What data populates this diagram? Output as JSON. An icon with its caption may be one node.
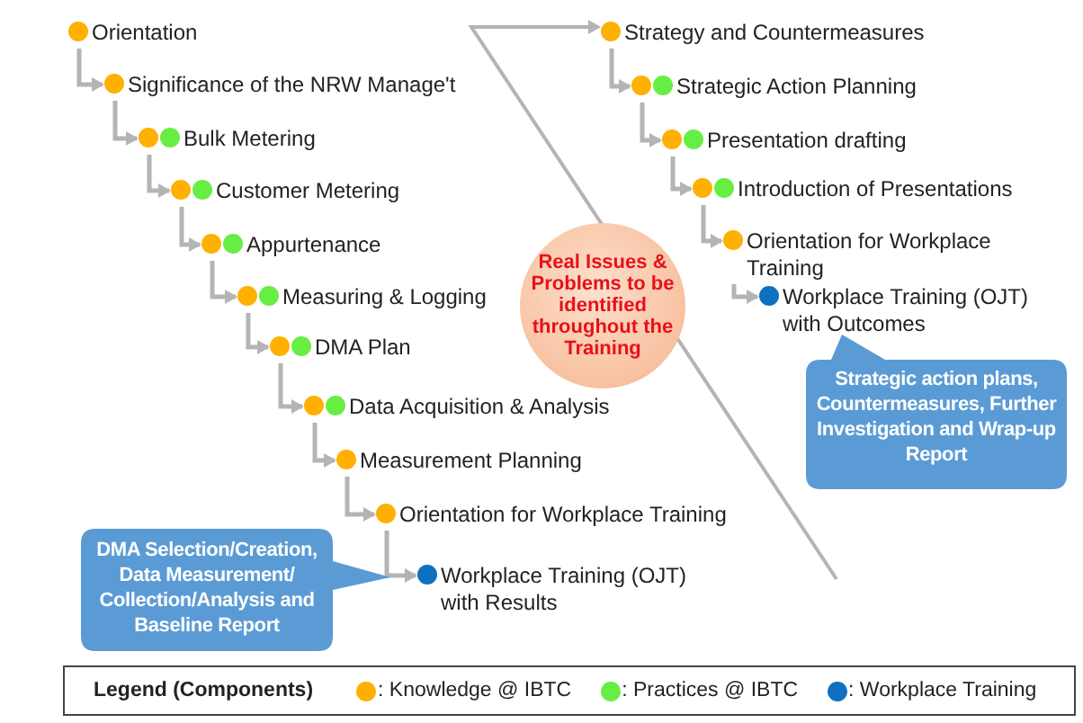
{
  "diagram": {
    "nodes": [
      {
        "text": [
          "Orientation"
        ]
      },
      {
        "text": [
          "Significance of the NRW Manage't"
        ]
      },
      {
        "text": [
          "Bulk Metering"
        ]
      },
      {
        "text": [
          "Customer Metering"
        ]
      },
      {
        "text": [
          "Appurtenance"
        ]
      },
      {
        "text": [
          "Measuring & Logging"
        ]
      },
      {
        "text": [
          "DMA Plan"
        ]
      },
      {
        "text": [
          "Data Acquisition & Analysis"
        ]
      },
      {
        "text": [
          "Measurement Planning"
        ]
      },
      {
        "text": [
          "Orientation for Workplace Training"
        ]
      },
      {
        "text": [
          "Workplace Training (OJT) with Results"
        ]
      },
      {
        "text": [
          "Strategy and Countermeasures"
        ]
      },
      {
        "text": [
          "Strategic Action Planning"
        ]
      },
      {
        "text": [
          "Presentation drafting"
        ]
      },
      {
        "text": [
          "Introduction of Presentations"
        ]
      },
      {
        "text": [
          "Orientation for Workplace Training"
        ]
      },
      {
        "text": [
          "Workplace Training (OJT) with Outcomes"
        ]
      },
      {
        "text": [
          "Real Issues & Problems to be identified throughout the Training"
        ]
      },
      {
        "text": [
          "DMA Selection/Creation, Data Measurement/ Collection/Analysis and Baseline Report"
        ]
      },
      {
        "text": [
          "Strategic action plans, Countermeasures, Further Investigation and Wrap-up Report"
        ]
      }
    ],
    "edges": [
      {
        "from": 0,
        "to": 1,
        "arrow": "to"
      },
      {
        "from": 1,
        "to": 2,
        "arrow": "to"
      },
      {
        "from": 2,
        "to": 3,
        "arrow": "to"
      },
      {
        "from": 3,
        "to": 4,
        "arrow": "to"
      },
      {
        "from": 4,
        "to": 5,
        "arrow": "to"
      },
      {
        "from": 5,
        "to": 6,
        "arrow": "to"
      },
      {
        "from": 6,
        "to": 7,
        "arrow": "to"
      },
      {
        "from": 7,
        "to": 8,
        "arrow": "to"
      },
      {
        "from": 8,
        "to": 9,
        "arrow": "to"
      },
      {
        "from": 9,
        "to": 10,
        "arrow": "to"
      },
      {
        "from": null,
        "to": 11,
        "arrow": "to"
      },
      {
        "from": 11,
        "to": 12,
        "arrow": "to"
      },
      {
        "from": 12,
        "to": 13,
        "arrow": "to"
      },
      {
        "from": 13,
        "to": 14,
        "arrow": "to"
      },
      {
        "from": 14,
        "to": 15,
        "arrow": "to"
      },
      {
        "from": 15,
        "to": 16,
        "arrow": "to"
      }
    ],
    "labels": [
      "Legend (Components)"
    ],
    "legend": [
      {
        "text": ": Knowledge @ IBTC",
        "color": "#ffb000"
      },
      {
        "text": ": Practices @ IBTC",
        "color": "#66ee44"
      },
      {
        "text": ": Workplace Training",
        "color": "#1070c0"
      }
    ]
  }
}
